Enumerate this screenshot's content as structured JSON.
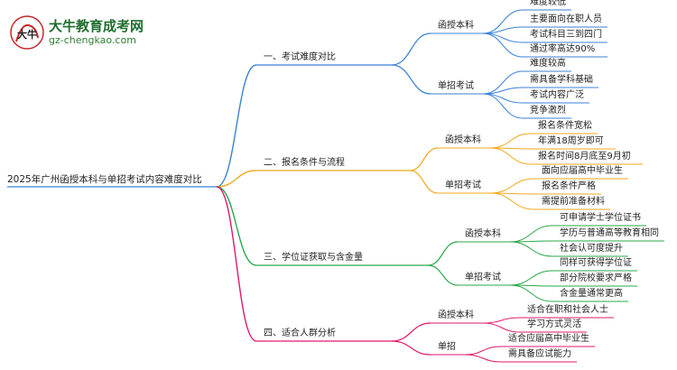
{
  "logo": {
    "title": "大牛教育成考网",
    "url": "gz-chengkao.com",
    "badge_text": "大牛"
  },
  "mindmap": {
    "root": "2025年广州函授本科与单招考试内容难度对比",
    "branches": [
      {
        "label": "一、考试难度对比",
        "color": "#3b82d6",
        "children": [
          {
            "label": "函授本科",
            "leaves": [
              "难度较低",
              "主要面向在职人员",
              "考试科目三到四门",
              "通过率高达90%"
            ]
          },
          {
            "label": "单招考试",
            "leaves": [
              "难度较高",
              "需具备学科基础",
              "考试内容广泛",
              "竞争激烈"
            ]
          }
        ]
      },
      {
        "label": "二、报名条件与流程",
        "color": "#f2a91f",
        "children": [
          {
            "label": "函授本科",
            "leaves": [
              "报名条件宽松",
              "年满18周岁即可",
              "报名时间8月底至9月初"
            ]
          },
          {
            "label": "单招考试",
            "leaves": [
              "面向应届高中毕业生",
              "报名条件严格",
              "需提前准备材料"
            ]
          }
        ]
      },
      {
        "label": "三、学位证获取与含金量",
        "color": "#2aa84a",
        "children": [
          {
            "label": "函授本科",
            "leaves": [
              "可申请学士学位证书",
              "学历与普通高等教育相同",
              "社会认可度提升"
            ]
          },
          {
            "label": "单招考试",
            "leaves": [
              "同样可获得学位证",
              "部分院校要求严格",
              "含金量通常更高"
            ]
          }
        ]
      },
      {
        "label": "四、适合人群分析",
        "color": "#e0196c",
        "children": [
          {
            "label": "函授本科",
            "leaves": [
              "适合在职和社会人士",
              "学习方式灵活"
            ]
          },
          {
            "label": "单招",
            "leaves": [
              "适合应届高中毕业生",
              "需具备应试能力"
            ]
          }
        ]
      }
    ]
  }
}
